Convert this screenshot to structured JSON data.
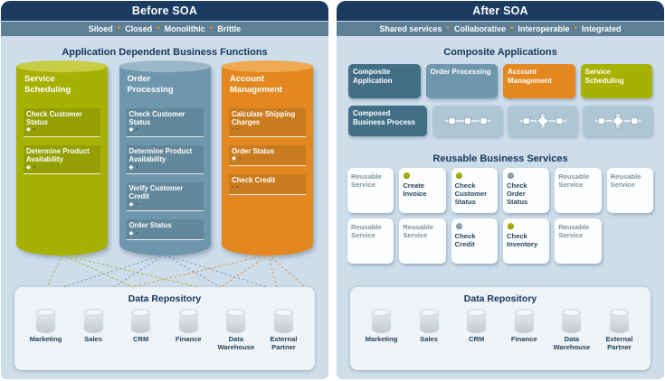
{
  "colors": {
    "header_navy": "#1b3b61",
    "tagline_bar": "#5d8096",
    "panel_background": "#cdddea",
    "accent_orange": "#e8891d",
    "olive": "#a6b103",
    "steel_blue": "#6e96ad",
    "orange": "#e38820",
    "slate": "#426e86"
  },
  "icon_glyphs": {
    "diamond": "◆",
    "square": "▪"
  },
  "left": {
    "header": "Before SOA",
    "tagline_words": [
      "Siloed",
      "Closed",
      "Monolithic",
      "Brittle"
    ],
    "section_title": "Application Dependent Business Functions",
    "silos": [
      {
        "title": "Service Scheduling",
        "color": "#a6b103",
        "top_color": "#c6cd45",
        "items": [
          {
            "label": "Check Customer Status",
            "icons": [
              "diamond",
              "square"
            ]
          },
          {
            "label": "Determine Product Availability",
            "icons": [
              "diamond",
              "square"
            ]
          }
        ]
      },
      {
        "title": "Order Processing",
        "color": "#6e96ad",
        "top_color": "#9ab7c7",
        "items": [
          {
            "label": "Check Customer Status",
            "icons": [
              "diamond",
              "square"
            ]
          },
          {
            "label": "Determine Product Availability",
            "icons": [
              "diamond",
              "square"
            ]
          },
          {
            "label": "Verify Customer Credit",
            "icons": [
              "diamond",
              "square"
            ]
          },
          {
            "label": "Order Status",
            "icons": [
              "diamond",
              "square"
            ]
          }
        ]
      },
      {
        "title": "Account Management",
        "color": "#e38820",
        "top_color": "#efa951",
        "items": [
          {
            "label": "Calculate Shipping Charges",
            "icons": [
              "square",
              "square"
            ]
          },
          {
            "label": "Order Status",
            "icons": [
              "diamond",
              "square"
            ]
          },
          {
            "label": "Check Credit",
            "icons": [
              "square",
              "square"
            ]
          }
        ]
      }
    ],
    "repository": {
      "title": "Data Repository",
      "stores": [
        "Marketing",
        "Sales",
        "CRM",
        "Finance",
        "Data Warehouse",
        "External Partner"
      ]
    }
  },
  "right": {
    "header": "After SOA",
    "tagline_words": [
      "Shared services",
      "Collaborative",
      "Interoperable",
      "Integrated"
    ],
    "section_title": "Composite Applications",
    "composite_apps": [
      {
        "label": "Composite Application",
        "color": "#426e86"
      },
      {
        "label": "Order Processing",
        "color": "#6e96ad"
      },
      {
        "label": "Account Management",
        "color": "#e38820"
      },
      {
        "label": "Service Scheduling",
        "color": "#a6b103"
      }
    ],
    "composed_row": {
      "label": "Composed Business Process",
      "color": "#426e86",
      "flows": [
        "chain",
        "branch",
        "branch"
      ]
    },
    "services_title": "Reusable Business Services",
    "services": [
      [
        {
          "label": "Reusable Service"
        },
        {
          "label": "Create Invoice",
          "dot": "#a6b103"
        },
        {
          "label": "Check Customer Status",
          "dot": "#a6b103"
        },
        {
          "label": "Check Order Status",
          "dot": "#8fa5b2"
        },
        {
          "label": "Reusable Service"
        },
        {
          "label": "Reusable Service"
        }
      ],
      [
        {
          "label": "Reusable Service"
        },
        {
          "label": "Reusable Service"
        },
        {
          "label": "Check Credit",
          "dot": "#8fa5b2"
        },
        {
          "label": "Check Inventory",
          "dot": "#a6b103"
        },
        {
          "label": "Reusable Service"
        },
        null
      ]
    ],
    "repository": {
      "title": "Data Repository",
      "stores": [
        "Marketing",
        "Sales",
        "CRM",
        "Finance",
        "Data Warehouse",
        "External Partner"
      ]
    }
  }
}
